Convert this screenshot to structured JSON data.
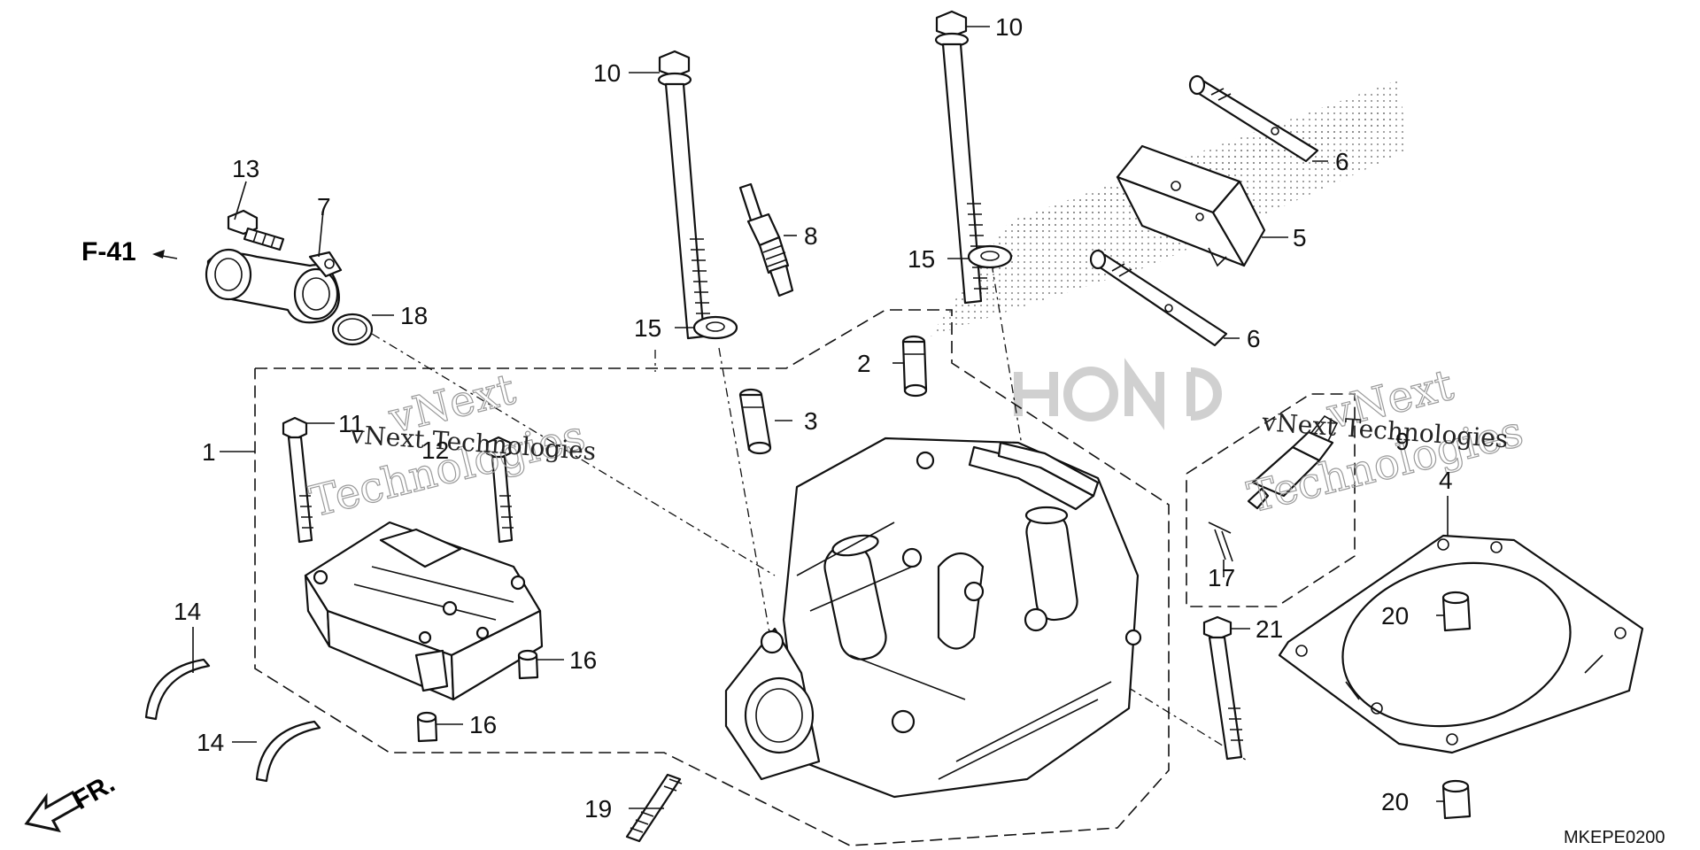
{
  "callouts": {
    "c1": "1",
    "c2": "2",
    "c3": "3",
    "c4": "4",
    "c5": "5",
    "c6a": "6",
    "c6b": "6",
    "c7": "7",
    "c8": "8",
    "c9": "9",
    "c10a": "10",
    "c10b": "10",
    "c11": "11",
    "c12": "12",
    "c13": "13",
    "c14a": "14",
    "c14b": "14",
    "c15a": "15",
    "c15b": "15",
    "c16a": "16",
    "c16b": "16",
    "c17": "17",
    "c18": "18",
    "c19": "19",
    "c20a": "20",
    "c20b": "20",
    "c21": "21"
  },
  "reference": {
    "label": "F-41"
  },
  "direction": {
    "label": "FR."
  },
  "diagram_code": "MKEPE0200",
  "watermarks": {
    "outline_1": "vNext",
    "outline_2": "Technologies",
    "text_1": "vNext Technologies",
    "outline_3": "vNext",
    "outline_4": "Technologies",
    "text_2": "vNext Technologies"
  },
  "colors": {
    "line": "#111111",
    "background": "#ffffff",
    "watermark": "#9a9a9a"
  }
}
